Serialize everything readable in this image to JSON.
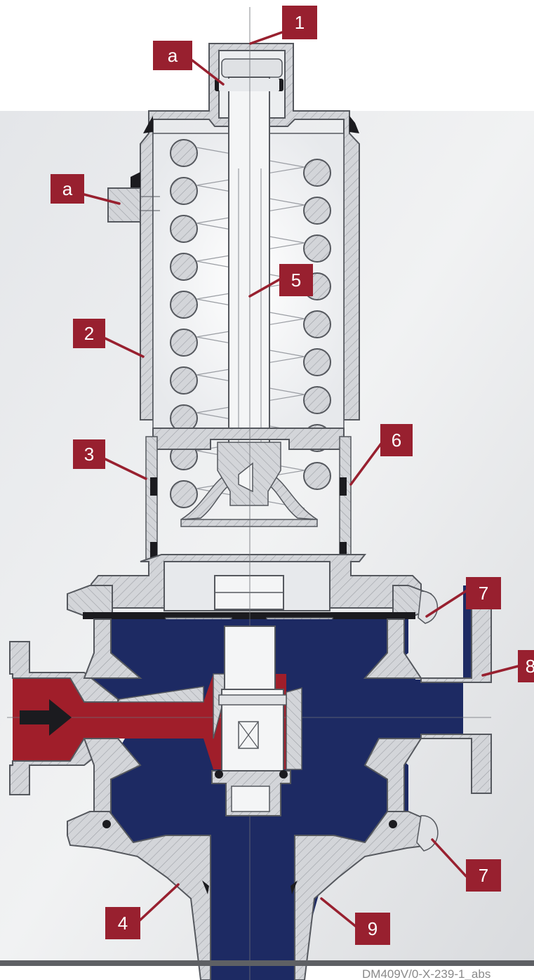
{
  "callouts": [
    {
      "id": "c1",
      "label": "1"
    },
    {
      "id": "ca1",
      "label": "a"
    },
    {
      "id": "ca2",
      "label": "a"
    },
    {
      "id": "c2",
      "label": "2"
    },
    {
      "id": "c5",
      "label": "5"
    },
    {
      "id": "c3",
      "label": "3"
    },
    {
      "id": "c6",
      "label": "6"
    },
    {
      "id": "c7a",
      "label": "7"
    },
    {
      "id": "c8",
      "label": "8"
    },
    {
      "id": "c7b",
      "label": "7"
    },
    {
      "id": "c4",
      "label": "4"
    },
    {
      "id": "c9",
      "label": "9"
    }
  ],
  "footer": {
    "code": "DM409V/0-X-239-1_abs"
  },
  "colors": {
    "label_bg": "#98202f",
    "steel": "#d6d8dc",
    "steel_dark": "#8d9096",
    "medium_outlet": "#1d2a63",
    "medium_inlet": "#a01e2a",
    "footer_bar": "#5e6064"
  },
  "icons": {
    "flow_direction": "arrow-right-icon"
  }
}
